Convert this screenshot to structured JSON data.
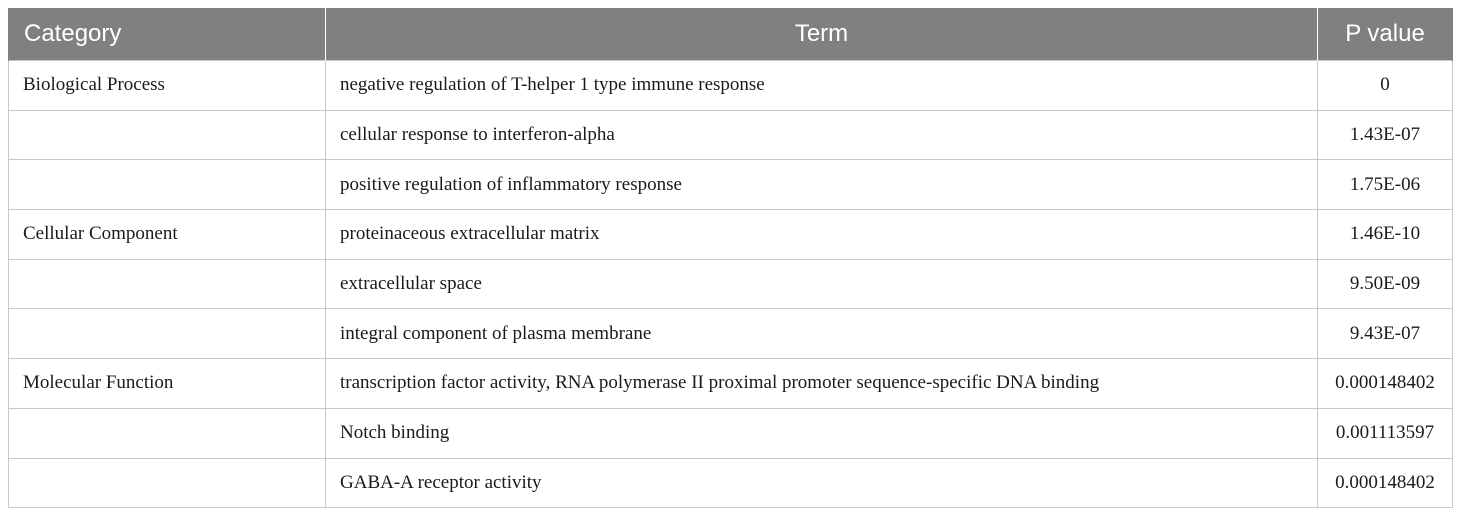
{
  "table": {
    "headers": {
      "category": "Category",
      "term": "Term",
      "pvalue": "P value"
    },
    "rows": [
      {
        "category": "Biological Process",
        "term": "negative regulation of T-helper 1 type immune response",
        "pvalue": "0"
      },
      {
        "category": "",
        "term": "cellular response to interferon-alpha",
        "pvalue": "1.43E-07"
      },
      {
        "category": "",
        "term": "positive regulation of inflammatory response",
        "pvalue": "1.75E-06"
      },
      {
        "category": "Cellular Component",
        "term": "proteinaceous extracellular matrix",
        "pvalue": "1.46E-10"
      },
      {
        "category": "",
        "term": "extracellular space",
        "pvalue": "9.50E-09"
      },
      {
        "category": "",
        "term": "integral component of plasma membrane",
        "pvalue": "9.43E-07"
      },
      {
        "category": "Molecular Function",
        "term": "transcription factor activity, RNA polymerase II proximal promoter sequence-specific DNA binding",
        "pvalue": "0.000148402"
      },
      {
        "category": "",
        "term": "Notch binding",
        "pvalue": "0.001113597"
      },
      {
        "category": "",
        "term": "GABA-A receptor activity",
        "pvalue": "0.000148402"
      }
    ]
  },
  "colors": {
    "header_background": "#808080",
    "header_text": "#ffffff",
    "grid_lines": "#c8c8c8"
  }
}
